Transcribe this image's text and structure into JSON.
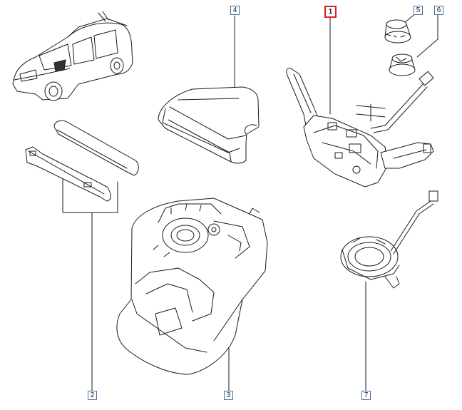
{
  "callouts": [
    {
      "id": "c1",
      "label": "1",
      "highlighted": true
    },
    {
      "id": "c2",
      "label": "2"
    },
    {
      "id": "c3",
      "label": "3"
    },
    {
      "id": "c4",
      "label": "4"
    },
    {
      "id": "c5",
      "label": "5"
    },
    {
      "id": "c6",
      "label": "6"
    },
    {
      "id": "c7",
      "label": "7"
    }
  ],
  "colors": {
    "line": "#1a1a1a",
    "callout_border": "#4a6fa0",
    "highlight": "#e01e1e",
    "fill": "#ffffff"
  }
}
